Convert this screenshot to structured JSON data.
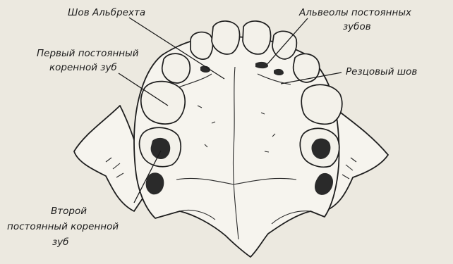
{
  "labels": {
    "albrecht_suture": "Шов Альбрехта",
    "alveoli_line1": "Альвеолы постоянных",
    "alveoli_line2": "зубов",
    "first_molar_line1": "Первый постоянный",
    "first_molar_line2": "коренной зуб",
    "incisive_suture": "Резцовый шов",
    "second_molar_line1": "Второй",
    "second_molar_line2": "постоянный коренной",
    "second_molar_line3": "зуб"
  },
  "colors": {
    "background": "#ece9e0",
    "bone": "#f6f4ee",
    "ink": "#1e1e1e"
  }
}
